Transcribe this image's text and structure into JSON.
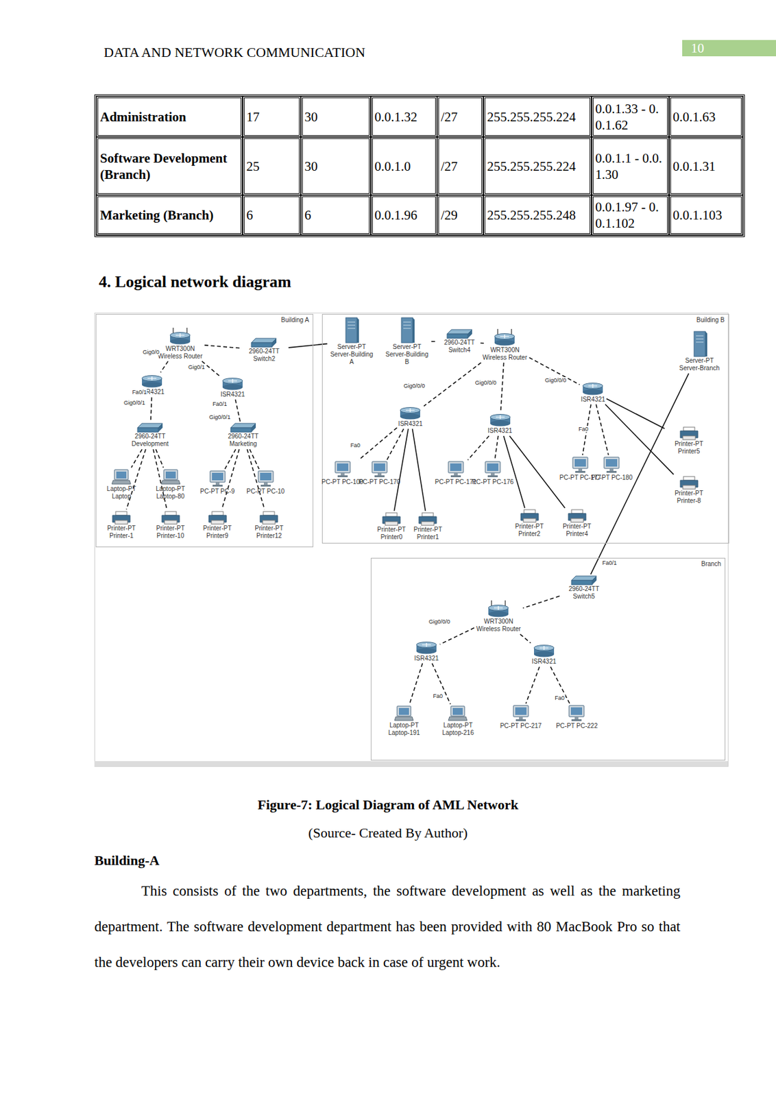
{
  "diagram": {
    "title": "4. Logical network diagram",
    "caption": "Figure-7: Logical Diagram of AML Network",
    "nodes": [
      {
        "text": [
          "Building A"
        ]
      },
      {
        "text": [
          "Building B"
        ]
      },
      {
        "text": [
          "Branch"
        ]
      },
      {
        "text": [
          "WRT300N Wireless Router"
        ],
        "in": 0
      },
      {
        "text": [
          "2960-24TT Switch2"
        ],
        "in": 0
      },
      {
        "text": [
          "ISR4321"
        ],
        "in": 0
      },
      {
        "text": [
          "ISR4321"
        ],
        "in": 0
      },
      {
        "text": [
          "2960-24TT Development"
        ],
        "in": 0
      },
      {
        "text": [
          "2960-24TT Marketing"
        ],
        "in": 0
      },
      {
        "text": [
          "Laptop-PT Laptop"
        ],
        "in": 0
      },
      {
        "text": [
          "Laptop-PT Laptop-80"
        ],
        "in": 0
      },
      {
        "text": [
          "PC-PT PC-9"
        ],
        "in": 0
      },
      {
        "text": [
          "PC-PT PC-10"
        ],
        "in": 0
      },
      {
        "text": [
          "Printer-PT Printer-1"
        ],
        "in": 0
      },
      {
        "text": [
          "Printer-PT Printer-10"
        ],
        "in": 0
      },
      {
        "text": [
          "Printer-PT Printer9"
        ],
        "in": 0
      },
      {
        "text": [
          "Printer-PT Printer12"
        ],
        "in": 0
      },
      {
        "text": [
          "Server-PT Server-Building A"
        ],
        "in": 1
      },
      {
        "text": [
          "Server-PT Server-Building B"
        ],
        "in": 1
      },
      {
        "text": [
          "2960-24TT Switch4"
        ],
        "in": 1
      },
      {
        "text": [
          "WRT300N Wireless Router"
        ],
        "in": 1
      },
      {
        "text": [
          "ISR4321"
        ],
        "in": 1
      },
      {
        "text": [
          "ISR4321"
        ],
        "in": 1
      },
      {
        "text": [
          "ISR4321"
        ],
        "in": 1
      },
      {
        "text": [
          "Server-PT Server-Branch"
        ],
        "in": 1
      },
      {
        "text": [
          "PC-PT PC-100"
        ],
        "in": 1
      },
      {
        "text": [
          "PC-PT PC-170"
        ],
        "in": 1
      },
      {
        "text": [
          "Printer-PT Printer0"
        ],
        "in": 1
      },
      {
        "text": [
          "Printer-PT Printer1"
        ],
        "in": 1
      },
      {
        "text": [
          "PC-PT PC-171"
        ],
        "in": 1
      },
      {
        "text": [
          "PC-PT PC-176"
        ],
        "in": 1
      },
      {
        "text": [
          "Printer-PT Printer2"
        ],
        "in": 1
      },
      {
        "text": [
          "Printer-PT Printer4"
        ],
        "in": 1
      },
      {
        "text": [
          "PC-PT PC-177"
        ],
        "in": 1
      },
      {
        "text": [
          "PC-PT PC-180"
        ],
        "in": 1
      },
      {
        "text": [
          "Printer-PT Printer5"
        ],
        "in": 1
      },
      {
        "text": [
          "Printer-PT Printer-8"
        ],
        "in": 1
      },
      {
        "text": [
          "2960-24TT Switch5"
        ],
        "in": 2
      },
      {
        "text": [
          "WRT300N Wireless Router"
        ],
        "in": 2
      },
      {
        "text": [
          "ISR4321"
        ],
        "in": 2
      },
      {
        "text": [
          "ISR4321"
        ],
        "in": 2
      },
      {
        "text": [
          "Laptop-PT Laptop-191"
        ],
        "in": 2
      },
      {
        "text": [
          "Laptop-PT Laptop-216"
        ],
        "in": 2
      },
      {
        "text": [
          "PC-PT PC-217"
        ],
        "in": 2
      },
      {
        "text": [
          "PC-PT PC-222"
        ],
        "in": 2
      }
    ],
    "edges": [
      {
        "from": 3,
        "to": 4,
        "arrow": "none"
      },
      {
        "from": 3,
        "to": 5,
        "arrow": "none"
      },
      {
        "from": 3,
        "to": 6,
        "arrow": "none"
      },
      {
        "from": 5,
        "to": 7,
        "arrow": "none"
      },
      {
        "from": 6,
        "to": 8,
        "arrow": "none"
      },
      {
        "from": 7,
        "to": 9,
        "arrow": "none"
      },
      {
        "from": 7,
        "to": 10,
        "arrow": "none"
      },
      {
        "from": 7,
        "to": 13,
        "arrow": "none"
      },
      {
        "from": 7,
        "to": 14,
        "arrow": "none"
      },
      {
        "from": 8,
        "to": 11,
        "arrow": "none"
      },
      {
        "from": 8,
        "to": 12,
        "arrow": "none"
      },
      {
        "from": 8,
        "to": 15,
        "arrow": "none"
      },
      {
        "from": 8,
        "to": 16,
        "arrow": "none"
      },
      {
        "from": 4,
        "to": 17,
        "arrow": "none"
      },
      {
        "from": 18,
        "to": 19,
        "arrow": "none"
      },
      {
        "from": 19,
        "to": 20,
        "arrow": "none"
      },
      {
        "from": 20,
        "to": 21,
        "arrow": "none"
      },
      {
        "from": 20,
        "to": 22,
        "arrow": "none"
      },
      {
        "from": 20,
        "to": 23,
        "arrow": "none"
      },
      {
        "from": 21,
        "to": 25,
        "arrow": "none"
      },
      {
        "from": 21,
        "to": 26,
        "arrow": "none"
      },
      {
        "from": 21,
        "to": 27,
        "arrow": "none"
      },
      {
        "from": 21,
        "to": 28,
        "arrow": "none"
      },
      {
        "from": 22,
        "to": 29,
        "arrow": "none"
      },
      {
        "from": 22,
        "to": 30,
        "arrow": "none"
      },
      {
        "from": 22,
        "to": 31,
        "arrow": "none"
      },
      {
        "from": 22,
        "to": 32,
        "arrow": "none"
      },
      {
        "from": 23,
        "to": 33,
        "arrow": "none"
      },
      {
        "from": 23,
        "to": 34,
        "arrow": "none"
      },
      {
        "from": 23,
        "to": 35,
        "arrow": "none"
      },
      {
        "from": 23,
        "to": 36,
        "arrow": "none"
      },
      {
        "from": 24,
        "to": 37,
        "arrow": "none"
      },
      {
        "from": 37,
        "to": 38,
        "arrow": "none"
      },
      {
        "from": 38,
        "to": 39,
        "arrow": "none"
      },
      {
        "from": 38,
        "to": 40,
        "arrow": "none"
      },
      {
        "from": 39,
        "to": 41,
        "arrow": "none"
      },
      {
        "from": 39,
        "to": 42,
        "arrow": "none"
      },
      {
        "from": 40,
        "to": 43,
        "arrow": "none"
      },
      {
        "from": 40,
        "to": 44,
        "arrow": "none"
      }
    ],
    "labels": [
      "DATA AND NETWORK COMMUNICATION",
      "10",
      "Administration",
      "17",
      "30",
      "0.0.1.32",
      "/27",
      "255.255.255.224",
      "0.0.1.33 - 0.0.1.62",
      "0.0.1.63",
      "Software Development(Branch)",
      "25",
      "30",
      "0.0.1.0",
      "/27",
      "255.255.255.224",
      "0.0.1.1 - 0.0.1.30",
      "0.0.1.31",
      "Marketing (Branch)",
      "6",
      "6",
      "0.0.1.96",
      "/29",
      "255.255.255.248",
      "0.0.1.97 - 0.0.1.102",
      "0.0.1.103",
      "(Source- Created By Author)",
      "Building-A",
      "This consists of the two departments, the software development as well as the marketing department. The software development department has been provided with 80 MacBook Pro so that the developers can carry their own device back in case of urgent work.",
      "Gig0/0",
      "Gig0/1",
      "Fa0/1",
      "Gig0/0/1",
      "Fa0/1",
      "Gig0/0/1",
      "Gig0/0/0",
      "Gig0/0/0",
      "Gig0/0/0",
      "Fa0",
      "Fa0",
      "Fa0/1",
      "Gig0/0/0",
      "Fa0",
      "Fa0"
    ]
  }
}
